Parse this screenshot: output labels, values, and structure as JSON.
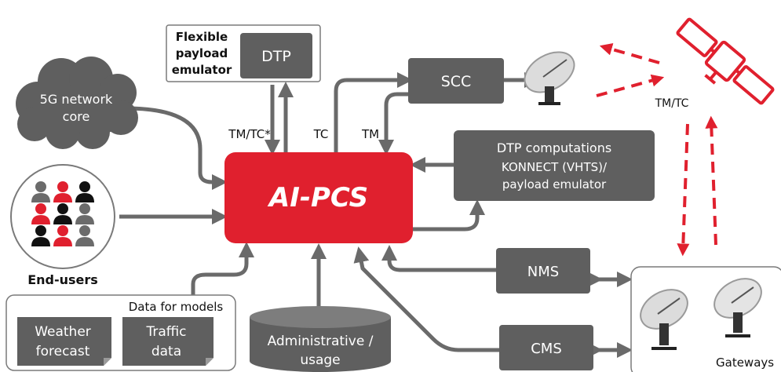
{
  "colors": {
    "box_dark": "#5f5f5f",
    "arrow": "#6a6a6a",
    "accent_red": "#e0202e",
    "white": "#ffffff",
    "black": "#111111",
    "gray_person": "#6b6b6b",
    "frame": "#7a7a7a"
  },
  "center": {
    "label": "AI-PCS"
  },
  "nodes": {
    "payload_caption": {
      "line1": "Flexible",
      "line2": "payload",
      "line3": "emulator"
    },
    "dtp": "DTP",
    "cloud": {
      "line1": "5G network",
      "line2": "core"
    },
    "end_users": "End-users",
    "scc": "SCC",
    "dtp_comp": {
      "line1": "DTP computations",
      "line2": "KONNECT (VHTS)/",
      "line3": "payload emulator"
    },
    "nms": "NMS",
    "cms": "CMS",
    "admin": {
      "line1": "Administrative /",
      "line2": "usage"
    },
    "models_caption": "Data for models",
    "weather": {
      "line1": "Weather",
      "line2": "forecast"
    },
    "traffic": {
      "line1": "Traffic",
      "line2": "data"
    },
    "gateways": "Gateways"
  },
  "edge_labels": {
    "tmtc_star": "TM/TC*",
    "tc": "TC",
    "tm": "TM",
    "sat_tmtc": "TM/TC"
  },
  "icons": [
    "cloud-icon",
    "user-group-icon",
    "satellite-dish-icon",
    "satellite-icon",
    "database-icon"
  ]
}
